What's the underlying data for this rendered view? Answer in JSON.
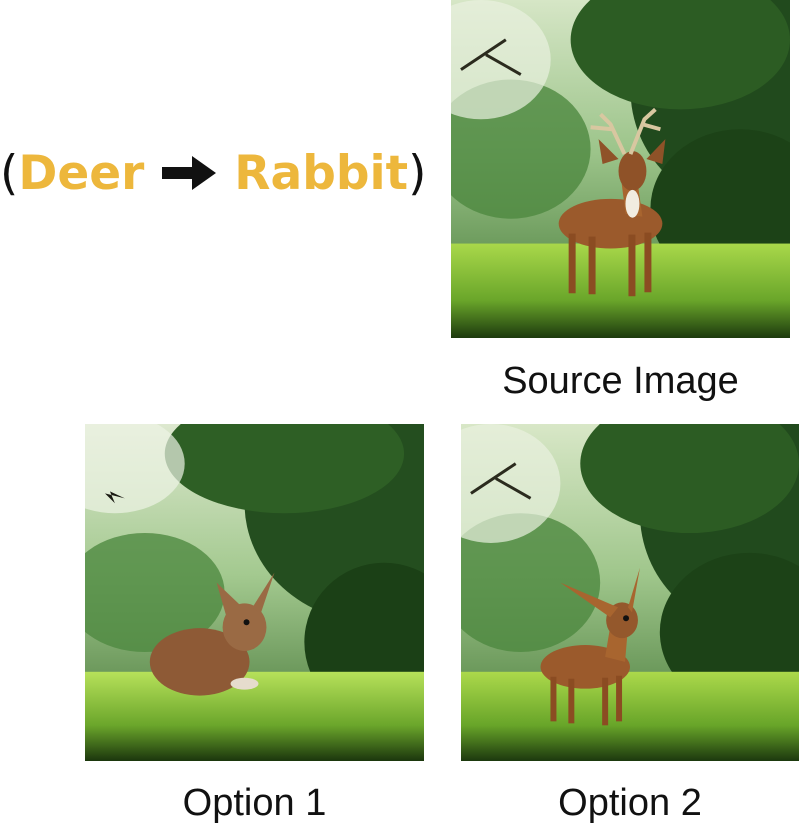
{
  "edit_instruction": {
    "open_paren": "(",
    "source_word": "Deer",
    "target_word": "Rabbit",
    "close_paren": ")",
    "arrow_icon": "right-arrow-icon",
    "accent_color": "#EDB73C"
  },
  "images": {
    "source": {
      "caption": "Source Image",
      "subject": "deer"
    },
    "option1": {
      "caption": "Option 1",
      "subject": "rabbit"
    },
    "option2": {
      "caption": "Option 2",
      "subject": "deer-rabbit hybrid"
    }
  }
}
